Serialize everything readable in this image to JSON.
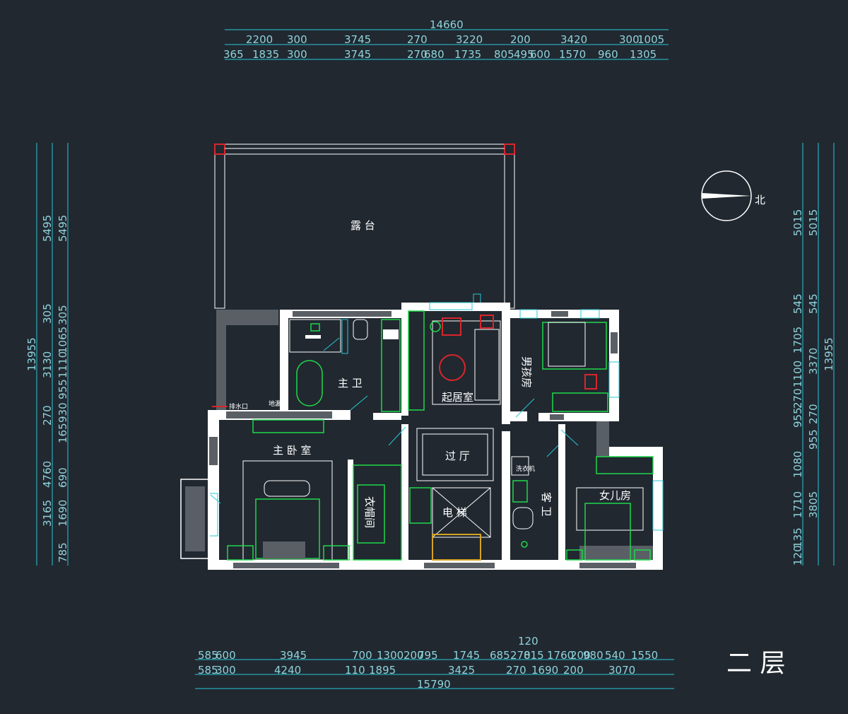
{
  "title": "二 层",
  "north_label": "北",
  "top_dims": {
    "total": "14660",
    "row1": [
      "2200",
      "300",
      "3745",
      "270",
      "3220",
      "200",
      "3420",
      "300",
      "1005"
    ],
    "row2": [
      "365",
      "1835",
      "300",
      "3745",
      "270",
      "680",
      "1735",
      "805",
      "495",
      "600",
      "1570",
      "960",
      "1305"
    ]
  },
  "bottom_dims": {
    "total": "15790",
    "extra": "120",
    "row1": [
      "585",
      "600",
      "3945",
      "700",
      "1300",
      "200",
      "795",
      "1745",
      "685",
      "270",
      "815",
      "1760",
      "200",
      "980",
      "540",
      "1550"
    ],
    "row2": [
      "585",
      "300",
      "4240",
      "110",
      "1895",
      "3425",
      "270",
      "1690",
      "200",
      "3070"
    ]
  },
  "left_dims": {
    "total": "13955",
    "col1": [
      "5495",
      "305",
      "3130",
      "270",
      "3165"
    ],
    "col2": [
      "5495",
      "305",
      "1065",
      "1110",
      "955",
      "930",
      "165",
      "4760",
      "690",
      "1690",
      "785"
    ]
  },
  "right_dims": {
    "total": "13955",
    "col1": [
      "5015",
      "545",
      "1705",
      "1100",
      "270",
      "955",
      "1080",
      "1710",
      "120",
      "135"
    ],
    "col2": [
      "5015",
      "545",
      "3370",
      "270",
      "955",
      "3805"
    ]
  },
  "rooms": {
    "terrace": "露 台",
    "master_bath": "主 卫",
    "living": "起居室",
    "boy_room": "男孩房",
    "master_bedroom": "主 卧 室",
    "hall": "过 厅",
    "closet": "衣帽间",
    "elevator": "电 梯",
    "guest_bath": "客 卫",
    "daughter_room": "女儿房"
  },
  "small_labels": {
    "drain": "排水口",
    "washer": "洗衣机",
    "floor_drain": "地漏"
  },
  "colors": {
    "background": "#212830",
    "dimension": "#27c7d6",
    "furniture": "#1fd84a",
    "column": "#d8262c",
    "wall": "#ffffff"
  }
}
